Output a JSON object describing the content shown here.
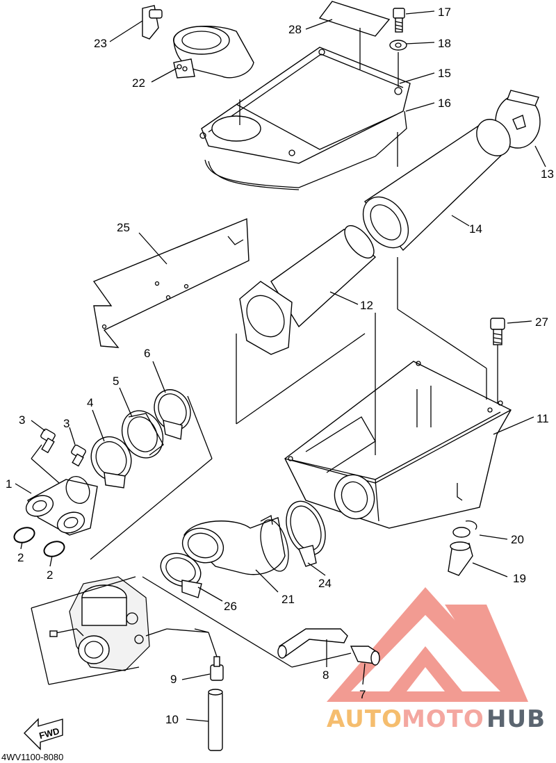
{
  "diagram": {
    "part_labels": {
      "p1": "1",
      "p2a": "2",
      "p2b": "2",
      "p3a": "3",
      "p3b": "3",
      "p4": "4",
      "p5": "5",
      "p6": "6",
      "p7": "7",
      "p8": "8",
      "p9": "9",
      "p10": "10",
      "p11": "11",
      "p12": "12",
      "p13": "13",
      "p14": "14",
      "p15": "15",
      "p16": "16",
      "p17": "17",
      "p18": "18",
      "p19": "19",
      "p20": "20",
      "p21": "21",
      "p22": "22",
      "p23": "23",
      "p24": "24",
      "p25": "25",
      "p26": "26",
      "p27": "27",
      "p28": "28"
    },
    "diagram_code": "4WV1100-8080",
    "fwd_arrow_label": "FWD"
  },
  "watermark": {
    "part1": "AUTO",
    "part2": "MOTO",
    "part3": "HUB",
    "colors": {
      "auto": "#f5bd6e",
      "moto": "#f4a7a0",
      "hub": "#5b6570",
      "logo": "#f08a80"
    }
  }
}
